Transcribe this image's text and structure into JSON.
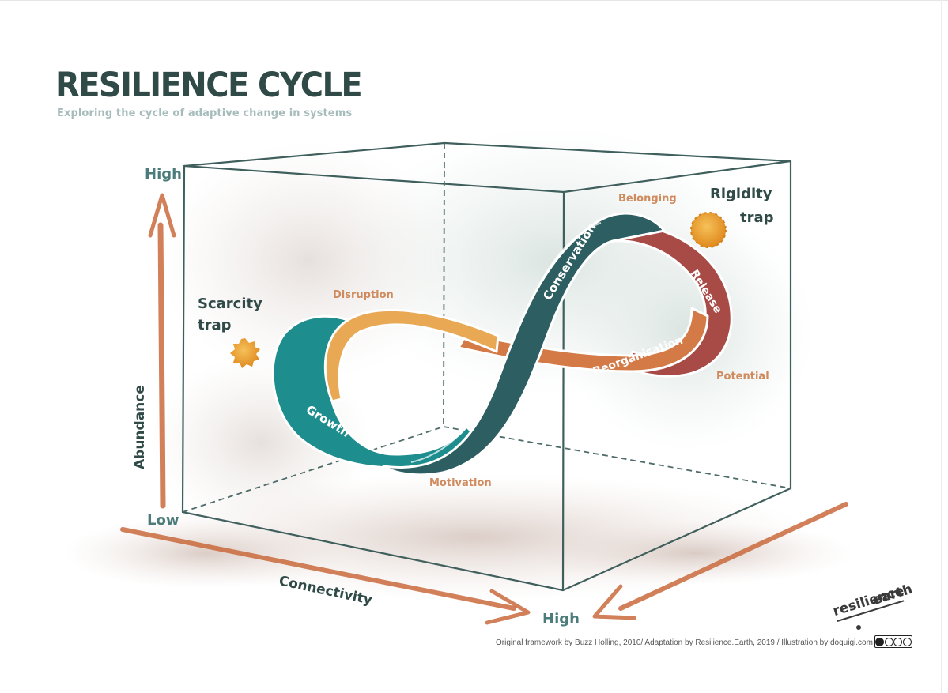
{
  "title": "RESILIENCE CYCLE",
  "subtitle": "Exploring the cycle of adaptive change in systems",
  "axes": {
    "vertical": {
      "name": "Abundance",
      "high": "High",
      "low": "Low"
    },
    "horizontal": {
      "name": "Connectivity",
      "high": "High"
    }
  },
  "traps": {
    "scarcity": [
      "Scarcity",
      "trap"
    ],
    "rigidity": [
      "Rigidity",
      "trap"
    ]
  },
  "phases": {
    "growth": "Growth",
    "conservation": "Conservation",
    "release": "Release",
    "reorganisation": "Reorganisation"
  },
  "side_labels": {
    "disruption": "Disruption",
    "belonging": "Belonging",
    "potential": "Potential",
    "motivation": "Motivation"
  },
  "credit": "Original framework by Buzz Holling, 2010/ Adaptation by Resilience.Earth, 2019 / Illustration by doquigi.com",
  "brand": {
    "line1": "resilience",
    "line2": "earth"
  },
  "colors": {
    "title": "#2f4a47",
    "subtitle": "#a6bcbb",
    "axis_text": "#4b7b7a",
    "arrow": "#c96a3c",
    "growth": "#1d8d8d",
    "conservation": "#2d5e61",
    "release": "#a84a45",
    "reorganisation": "#d37a47",
    "disruption": "#e8a854",
    "trap_sun": "#e69a25"
  }
}
